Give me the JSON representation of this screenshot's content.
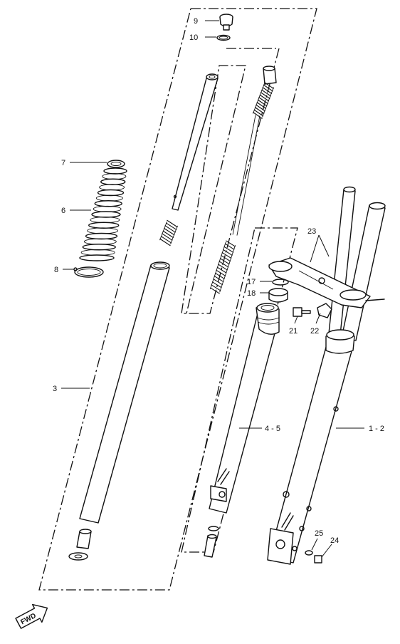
{
  "diagram": {
    "callouts": [
      {
        "id": "c9",
        "text": "9"
      },
      {
        "id": "c10",
        "text": "10"
      },
      {
        "id": "c7",
        "text": "7"
      },
      {
        "id": "c6",
        "text": "6"
      },
      {
        "id": "c8",
        "text": "8"
      },
      {
        "id": "c3",
        "text": "3"
      },
      {
        "id": "c23",
        "text": "23"
      },
      {
        "id": "c17",
        "text": "17"
      },
      {
        "id": "c18",
        "text": "18"
      },
      {
        "id": "c21",
        "text": "21"
      },
      {
        "id": "c22",
        "text": "22"
      },
      {
        "id": "c45",
        "text": "4 - 5"
      },
      {
        "id": "c12",
        "text": "1 - 2"
      },
      {
        "id": "c25",
        "text": "25"
      },
      {
        "id": "c24",
        "text": "24"
      }
    ],
    "direction_badge": "FWD",
    "colors": {
      "ink": "#111111",
      "paper": "#ffffff"
    }
  }
}
